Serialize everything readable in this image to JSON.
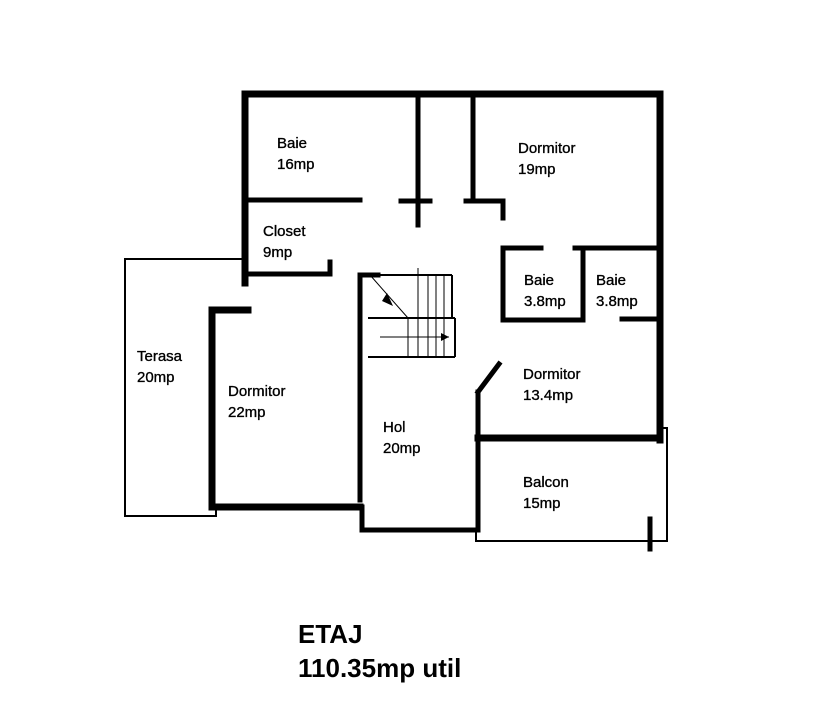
{
  "colors": {
    "wall": "#000000",
    "background": "#ffffff"
  },
  "rooms": [
    {
      "id": "baie-top",
      "name": "Baie",
      "area": "16mp"
    },
    {
      "id": "dormitor-top",
      "name": "Dormitor",
      "area": "19mp"
    },
    {
      "id": "closet",
      "name": "Closet",
      "area": "9mp"
    },
    {
      "id": "baie-small-left",
      "name": "Baie",
      "area": "3.8mp"
    },
    {
      "id": "baie-small-right",
      "name": "Baie",
      "area": "3.8mp"
    },
    {
      "id": "terasa",
      "name": "Terasa",
      "area": "20mp"
    },
    {
      "id": "dormitor-left",
      "name": "Dormitor",
      "area": "22mp"
    },
    {
      "id": "dormitor-right",
      "name": "Dormitor",
      "area": "13.4mp"
    },
    {
      "id": "hol",
      "name": "Hol",
      "area": "20mp"
    },
    {
      "id": "balcon",
      "name": "Balcon",
      "area": "15mp"
    }
  ],
  "caption": {
    "level": "ETAJ",
    "total": "110.35mp util"
  }
}
